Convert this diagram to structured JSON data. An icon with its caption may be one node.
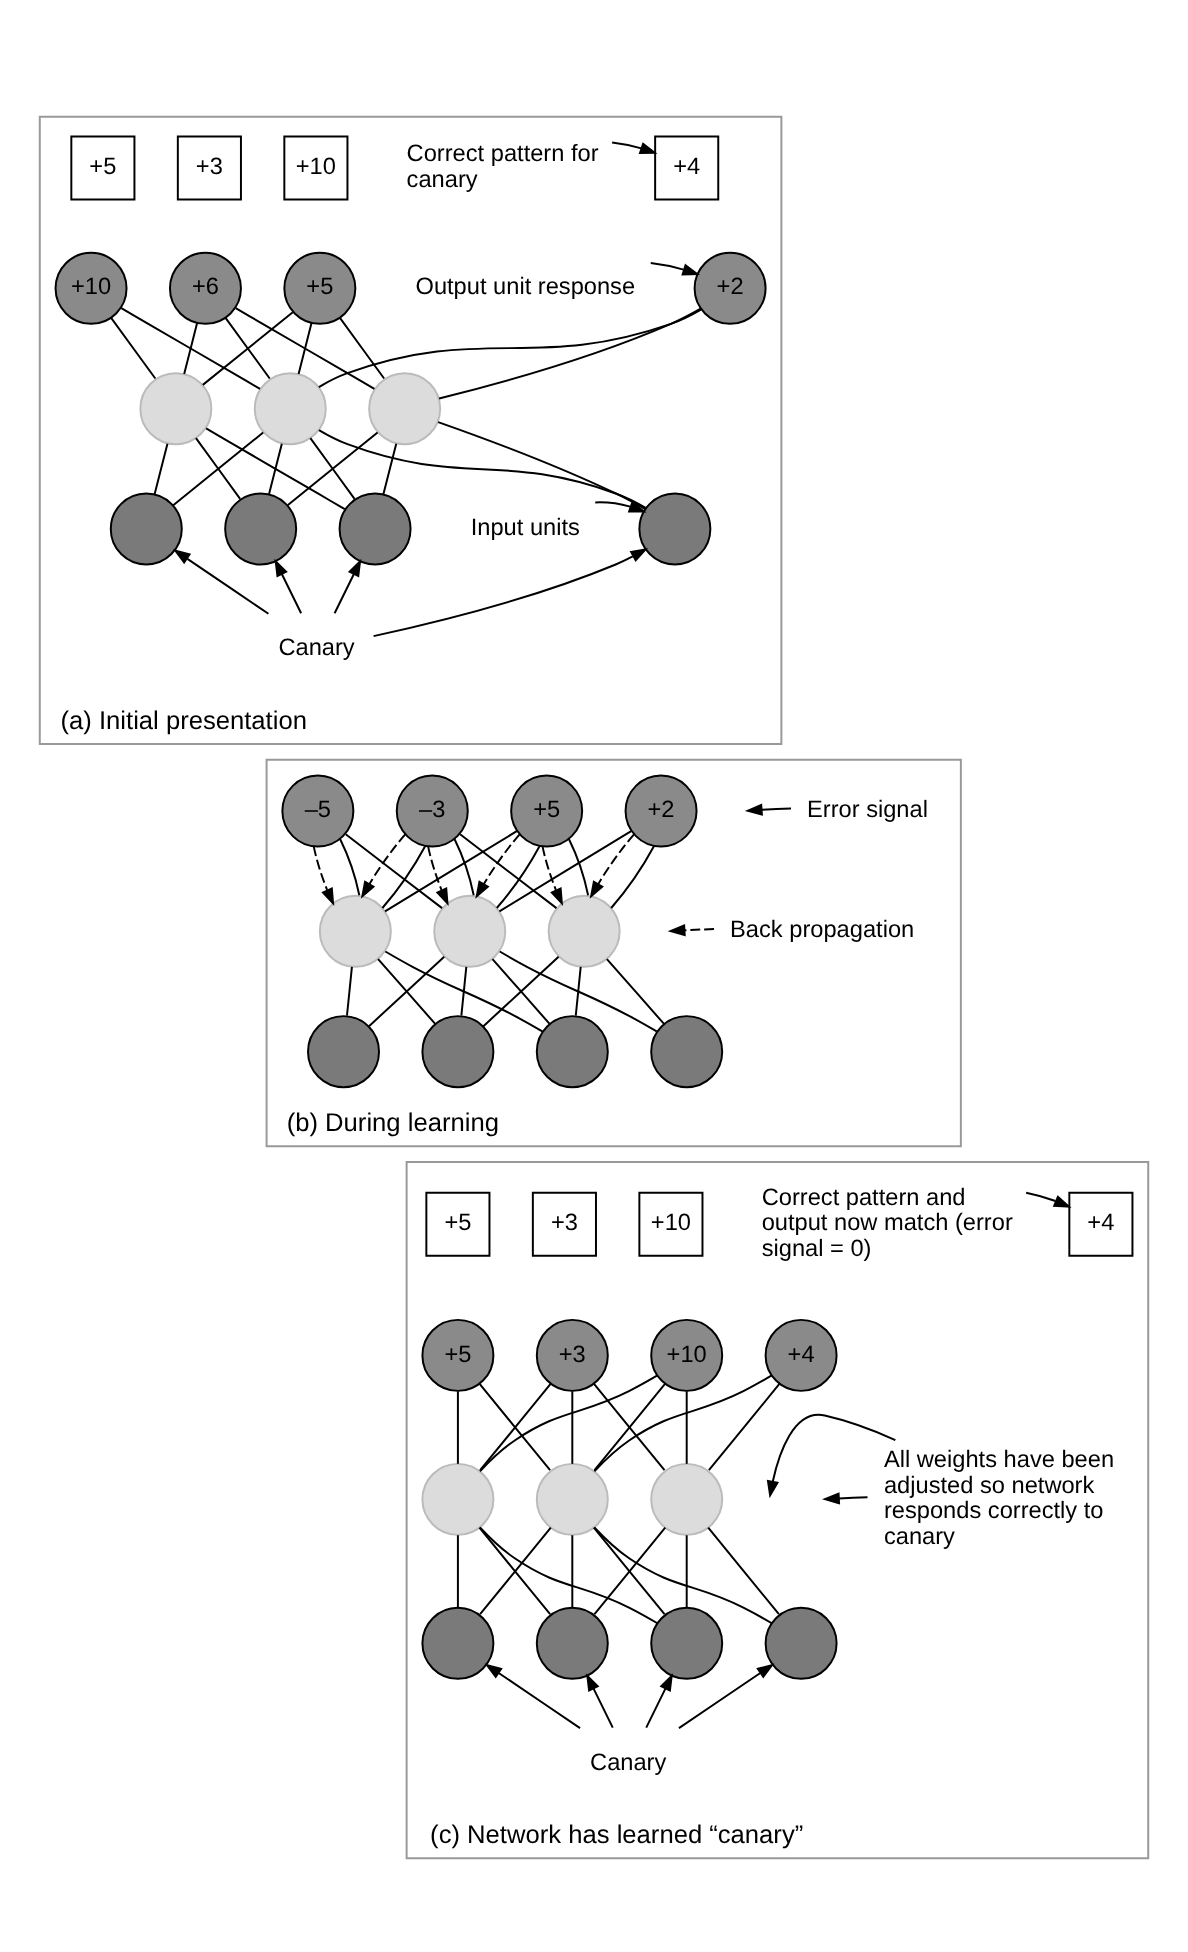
{
  "diagram": {
    "nodes": [
      {
        "text": [
          "(a) Initial presentation"
        ]
      },
      {
        "text": [
          "+5"
        ],
        "in": 0
      },
      {
        "text": [
          "+3"
        ],
        "in": 0
      },
      {
        "text": [
          "+10"
        ],
        "in": 0
      },
      {
        "text": [
          "+4"
        ],
        "in": 0
      },
      {
        "text": [
          "+10"
        ],
        "in": 0
      },
      {
        "text": [
          "+6"
        ],
        "in": 0
      },
      {
        "text": [
          "+5"
        ],
        "in": 0
      },
      {
        "text": [
          "+2"
        ],
        "in": 0
      },
      {
        "text": [],
        "shape": "circle",
        "in": 0
      },
      {
        "text": [],
        "shape": "circle",
        "in": 0
      },
      {
        "text": [],
        "shape": "circle",
        "in": 0
      },
      {
        "text": [],
        "shape": "circle",
        "in": 0
      },
      {
        "text": [],
        "shape": "circle",
        "in": 0
      },
      {
        "text": [],
        "shape": "circle",
        "in": 0
      },
      {
        "text": [],
        "shape": "circle",
        "in": 0
      },
      {
        "text": [
          "Correct pattern for canary"
        ],
        "in": 0
      },
      {
        "text": [
          "Output unit response"
        ],
        "in": 0
      },
      {
        "text": [
          "Input units"
        ],
        "in": 0
      },
      {
        "text": [
          "Canary"
        ],
        "in": 0
      },
      {
        "text": [
          "(b) During learning"
        ]
      },
      {
        "text": [
          "–5"
        ],
        "in": 20
      },
      {
        "text": [
          "–3"
        ],
        "in": 20
      },
      {
        "text": [
          "+5"
        ],
        "in": 20
      },
      {
        "text": [
          "+2"
        ],
        "in": 20
      },
      {
        "text": [],
        "shape": "circle",
        "in": 20
      },
      {
        "text": [],
        "shape": "circle",
        "in": 20
      },
      {
        "text": [],
        "shape": "circle",
        "in": 20
      },
      {
        "text": [],
        "shape": "circle",
        "in": 20
      },
      {
        "text": [],
        "shape": "circle",
        "in": 20
      },
      {
        "text": [],
        "shape": "circle",
        "in": 20
      },
      {
        "text": [],
        "shape": "circle",
        "in": 20
      },
      {
        "text": [
          "Error signal"
        ],
        "in": 20
      },
      {
        "text": [
          "Back propagation"
        ],
        "in": 20
      },
      {
        "text": [
          "(c) Network has learned “canary”"
        ]
      },
      {
        "text": [
          "+5"
        ],
        "in": 34
      },
      {
        "text": [
          "+3"
        ],
        "in": 34
      },
      {
        "text": [
          "+10"
        ],
        "in": 34
      },
      {
        "text": [
          "+4"
        ],
        "in": 34
      },
      {
        "text": [
          "+5"
        ],
        "in": 34
      },
      {
        "text": [
          "+3"
        ],
        "in": 34
      },
      {
        "text": [
          "+10"
        ],
        "in": 34
      },
      {
        "text": [
          "+4"
        ],
        "in": 34
      },
      {
        "text": [],
        "shape": "circle",
        "in": 34
      },
      {
        "text": [],
        "shape": "circle",
        "in": 34
      },
      {
        "text": [],
        "shape": "circle",
        "in": 34
      },
      {
        "text": [],
        "shape": "circle",
        "in": 34
      },
      {
        "text": [],
        "shape": "circle",
        "in": 34
      },
      {
        "text": [],
        "shape": "circle",
        "in": 34
      },
      {
        "text": [],
        "shape": "circle",
        "in": 34
      },
      {
        "text": [
          "Correct pattern and output now match (error signal = 0)"
        ],
        "in": 34
      },
      {
        "text": [
          "All weights have been adjusted so network responds correctly to canary"
        ],
        "in": 34
      },
      {
        "text": [
          "Canary"
        ],
        "in": 34
      }
    ],
    "edges": [
      {
        "from": 16,
        "to": 4,
        "arrow": "to"
      },
      {
        "from": 17,
        "to": 8,
        "arrow": "to"
      },
      {
        "from": 5,
        "to": 9,
        "arrow": "none"
      },
      {
        "from": 5,
        "to": 10,
        "arrow": "none"
      },
      {
        "from": 6,
        "to": 9,
        "arrow": "none"
      },
      {
        "from": 6,
        "to": 10,
        "arrow": "none"
      },
      {
        "from": 6,
        "to": 11,
        "arrow": "none"
      },
      {
        "from": 7,
        "to": 9,
        "arrow": "none"
      },
      {
        "from": 7,
        "to": 10,
        "arrow": "none"
      },
      {
        "from": 7,
        "to": 11,
        "arrow": "none"
      },
      {
        "from": 8,
        "to": 10,
        "arrow": "none"
      },
      {
        "from": 8,
        "to": 11,
        "arrow": "none"
      },
      {
        "from": 9,
        "to": 12,
        "arrow": "none"
      },
      {
        "from": 10,
        "to": 12,
        "arrow": "none"
      },
      {
        "from": 9,
        "to": 13,
        "arrow": "none"
      },
      {
        "from": 10,
        "to": 13,
        "arrow": "none"
      },
      {
        "from": 11,
        "to": 13,
        "arrow": "none"
      },
      {
        "from": 9,
        "to": 14,
        "arrow": "none"
      },
      {
        "from": 10,
        "to": 14,
        "arrow": "none"
      },
      {
        "from": 11,
        "to": 14,
        "arrow": "none"
      },
      {
        "from": 10,
        "to": 15,
        "arrow": "none"
      },
      {
        "from": 11,
        "to": 15,
        "arrow": "none"
      },
      {
        "from": 18,
        "to": 15,
        "arrow": "to"
      },
      {
        "from": 19,
        "to": 12,
        "arrow": "to"
      },
      {
        "from": 19,
        "to": 13,
        "arrow": "to"
      },
      {
        "from": 19,
        "to": 14,
        "arrow": "to"
      },
      {
        "from": 19,
        "to": 15,
        "arrow": "to"
      },
      {
        "from": 32,
        "to": null,
        "arrow": "to"
      },
      {
        "from": 33,
        "to": null,
        "arrow": "to",
        "style": "dashed"
      },
      {
        "from": 21,
        "to": 25,
        "arrow": "to",
        "style": "dashed"
      },
      {
        "from": 22,
        "to": 25,
        "arrow": "to",
        "style": "dashed"
      },
      {
        "from": 22,
        "to": 26,
        "arrow": "to",
        "style": "dashed"
      },
      {
        "from": 23,
        "to": 26,
        "arrow": "to",
        "style": "dashed"
      },
      {
        "from": 23,
        "to": 27,
        "arrow": "to",
        "style": "dashed"
      },
      {
        "from": 24,
        "to": 27,
        "arrow": "to",
        "style": "dashed"
      },
      {
        "from": 21,
        "to": 25,
        "arrow": "none"
      },
      {
        "from": 21,
        "to": 26,
        "arrow": "none"
      },
      {
        "from": 22,
        "to": 25,
        "arrow": "none"
      },
      {
        "from": 22,
        "to": 26,
        "arrow": "none"
      },
      {
        "from": 22,
        "to": 27,
        "arrow": "none"
      },
      {
        "from": 23,
        "to": 25,
        "arrow": "none"
      },
      {
        "from": 23,
        "to": 26,
        "arrow": "none"
      },
      {
        "from": 23,
        "to": 27,
        "arrow": "none"
      },
      {
        "from": 24,
        "to": 26,
        "arrow": "none"
      },
      {
        "from": 24,
        "to": 27,
        "arrow": "none"
      },
      {
        "from": 25,
        "to": 28,
        "arrow": "none"
      },
      {
        "from": 26,
        "to": 28,
        "arrow": "none"
      },
      {
        "from": 25,
        "to": 29,
        "arrow": "none"
      },
      {
        "from": 26,
        "to": 29,
        "arrow": "none"
      },
      {
        "from": 27,
        "to": 29,
        "arrow": "none"
      },
      {
        "from": 25,
        "to": 30,
        "arrow": "none"
      },
      {
        "from": 26,
        "to": 30,
        "arrow": "none"
      },
      {
        "from": 27,
        "to": 30,
        "arrow": "none"
      },
      {
        "from": 26,
        "to": 31,
        "arrow": "none"
      },
      {
        "from": 27,
        "to": 31,
        "arrow": "none"
      },
      {
        "from": 50,
        "to": 38,
        "arrow": "to"
      },
      {
        "from": 39,
        "to": 43,
        "arrow": "none"
      },
      {
        "from": 39,
        "to": 44,
        "arrow": "none"
      },
      {
        "from": 40,
        "to": 43,
        "arrow": "none"
      },
      {
        "from": 40,
        "to": 44,
        "arrow": "none"
      },
      {
        "from": 40,
        "to": 45,
        "arrow": "none"
      },
      {
        "from": 41,
        "to": 43,
        "arrow": "none"
      },
      {
        "from": 41,
        "to": 44,
        "arrow": "none"
      },
      {
        "from": 41,
        "to": 45,
        "arrow": "none"
      },
      {
        "from": 42,
        "to": 44,
        "arrow": "none"
      },
      {
        "from": 42,
        "to": 45,
        "arrow": "none"
      },
      {
        "from": 51,
        "to": null,
        "arrow": "to"
      },
      {
        "from": 51,
        "to": null,
        "arrow": "to"
      },
      {
        "from": 43,
        "to": 46,
        "arrow": "none"
      },
      {
        "from": 44,
        "to": 46,
        "arrow": "none"
      },
      {
        "from": 43,
        "to": 47,
        "arrow": "none"
      },
      {
        "from": 44,
        "to": 47,
        "arrow": "none"
      },
      {
        "from": 45,
        "to": 47,
        "arrow": "none"
      },
      {
        "from": 43,
        "to": 48,
        "arrow": "none"
      },
      {
        "from": 44,
        "to": 48,
        "arrow": "none"
      },
      {
        "from": 45,
        "to": 48,
        "arrow": "none"
      },
      {
        "from": 44,
        "to": 49,
        "arrow": "none"
      },
      {
        "from": 45,
        "to": 49,
        "arrow": "none"
      },
      {
        "from": 52,
        "to": 46,
        "arrow": "to"
      },
      {
        "from": 52,
        "to": 47,
        "arrow": "to"
      },
      {
        "from": 52,
        "to": 48,
        "arrow": "to"
      },
      {
        "from": 52,
        "to": 49,
        "arrow": "to"
      }
    ]
  }
}
